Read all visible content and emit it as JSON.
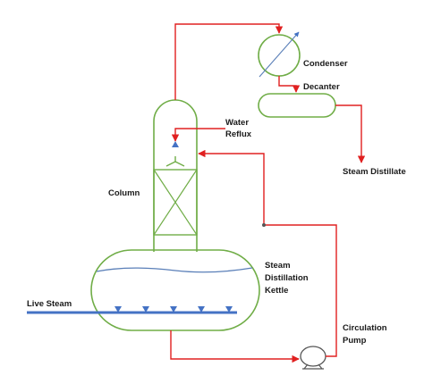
{
  "labels": {
    "condenser": "Condenser",
    "decanter": "Decanter",
    "water_reflux_line1": "Water",
    "water_reflux_line2": "Reflux",
    "steam_distillate": "Steam Distillate",
    "column": "Column",
    "kettle_line1": "Steam",
    "kettle_line2": "Distillation",
    "kettle_line3": "Kettle",
    "live_steam": "Live Steam",
    "pump_line1": "Circulation",
    "pump_line2": "Pump"
  },
  "colors": {
    "equipment": "#70ad47",
    "flow": "#e02020",
    "steam": "#4472c4",
    "liquid_level": "#5a7fb8",
    "text": "#1a1a1a"
  }
}
